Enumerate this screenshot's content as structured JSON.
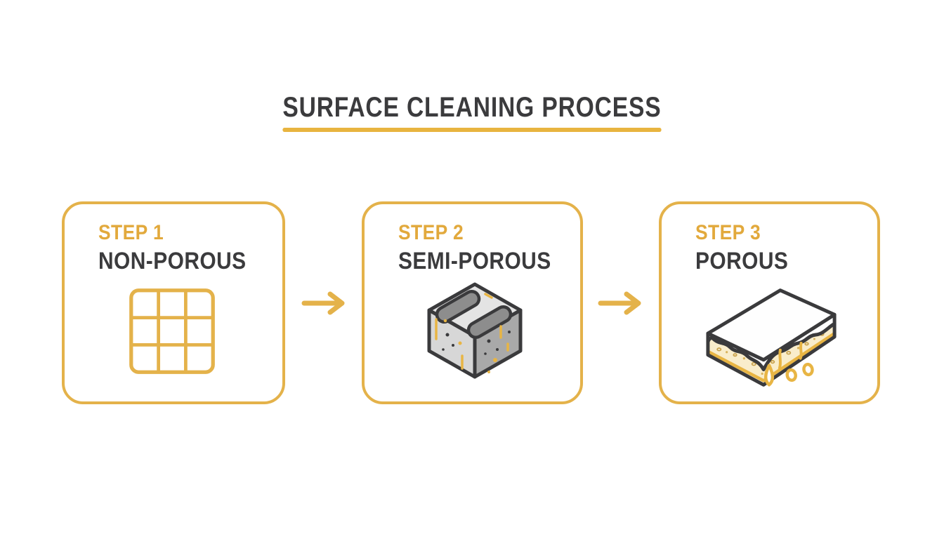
{
  "page": {
    "background": "#FFFFFF"
  },
  "title": {
    "text": "SURFACE CLEANING PROCESS"
  },
  "steps": [
    {
      "step_label": "STEP 1",
      "surface_label": "NON-POROUS",
      "icon_name": "grid-tile-icon"
    },
    {
      "step_label": "STEP 2",
      "surface_label": "SEMI-POROUS",
      "icon_name": "cinder-block-icon"
    },
    {
      "step_label": "STEP 3",
      "surface_label": "POROUS",
      "icon_name": "porous-slab-icon"
    }
  ],
  "arrows": [
    {
      "icon_name": "right-arrow-icon",
      "direction": "right"
    },
    {
      "icon_name": "right-arrow-icon",
      "direction": "right"
    }
  ],
  "colors": {
    "accent_yellow": "#E4B24A",
    "step_label_yellow": "#E2A93C",
    "underline_yellow": "#E8B43F",
    "dark_text": "#3B3B3D",
    "outline_dark": "#3A3A3C",
    "block_top_gray": "#E4E4E4",
    "block_left_gray": "#D7D7D7",
    "block_right_gray": "#A9A9A9",
    "block_slot_gray": "#8D8D8D",
    "slab_cream": "#F9EDCB",
    "droplet_yellow": "#E8B544",
    "card_background": "#FFFFFF"
  }
}
